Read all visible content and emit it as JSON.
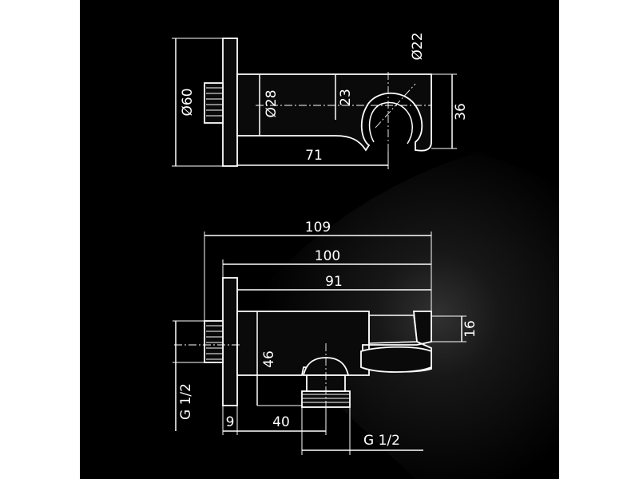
{
  "colors": {
    "background": "#000000",
    "page": "#ffffff",
    "lines": "#ffffff"
  },
  "dimensions": {
    "top_view": {
      "flange_diameter": "Ø60",
      "arm_diameter": "Ø28",
      "holder_diameter": "Ø22",
      "holder_center_offset": "23",
      "holder_height": "36",
      "arm_length": "71"
    },
    "side_view": {
      "overall_length": "109",
      "length_100": "100",
      "length_91": "91",
      "outlet_height": "16",
      "center_height": "46",
      "flange_thickness": "9",
      "outlet_offset": "40",
      "inlet_thread": "G 1/2",
      "outlet_thread": "G 1/2"
    }
  }
}
